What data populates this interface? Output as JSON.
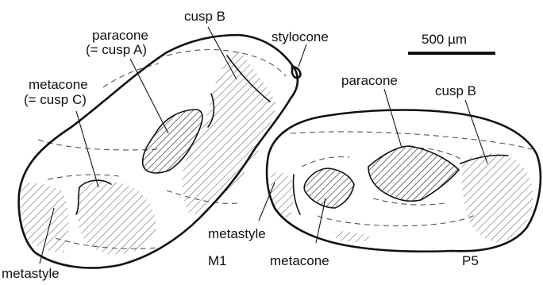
{
  "figure": {
    "colors": {
      "ink": "#111111",
      "hatch": "#222222",
      "dash": "#555555",
      "background": "#ffffff"
    },
    "scale_bar": {
      "label": "500 µm"
    },
    "teeth": [
      {
        "id": "M1",
        "label": "M1"
      },
      {
        "id": "P5",
        "label": "P5"
      }
    ],
    "labels": {
      "cusp_b_m1": "cusp B",
      "paracone_m1_line1": "paracone",
      "paracone_m1_line2": "(= cusp A)",
      "stylocone": "stylocone",
      "metacone_m1_line1": "metacone",
      "metacone_m1_line2": "(= cusp C)",
      "metastyle_m1": "metastyle",
      "paracone_p5": "paracone",
      "cusp_b_p5": "cusp B",
      "metastyle_p5": "metastyle",
      "metacone_p5": "metacone"
    }
  }
}
